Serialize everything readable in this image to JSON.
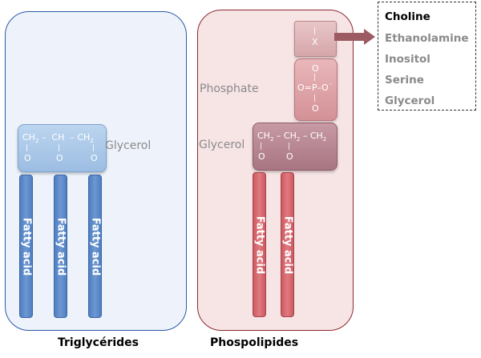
{
  "triglycerides": {
    "caption": "Triglycérides",
    "glycerol_label": "Glycerol",
    "fatty_acid_label": "Fatty acid"
  },
  "phospholipids": {
    "caption": "Phospolipides",
    "glycerol_label": "Glycerol",
    "phosphate_label": "Phosphate",
    "fatty_acid_label": "Fatty acid",
    "x_group": "X",
    "phosphate_formula": {
      "top_o": "O",
      "middle": "O=P–O",
      "charge": "-",
      "bottom_o": "O"
    }
  },
  "head_groups": [
    "Choline",
    "Ethanolamine",
    "Inositol",
    "Serine",
    "Glycerol"
  ],
  "colors": {
    "triglyceride_panel": "#eef3fb",
    "phospholipid_panel": "#f7e5e6",
    "blue_fatty_acid": "#5a87c8",
    "red_fatty_acid": "#d8656c",
    "arrow": "#9c5b62"
  }
}
